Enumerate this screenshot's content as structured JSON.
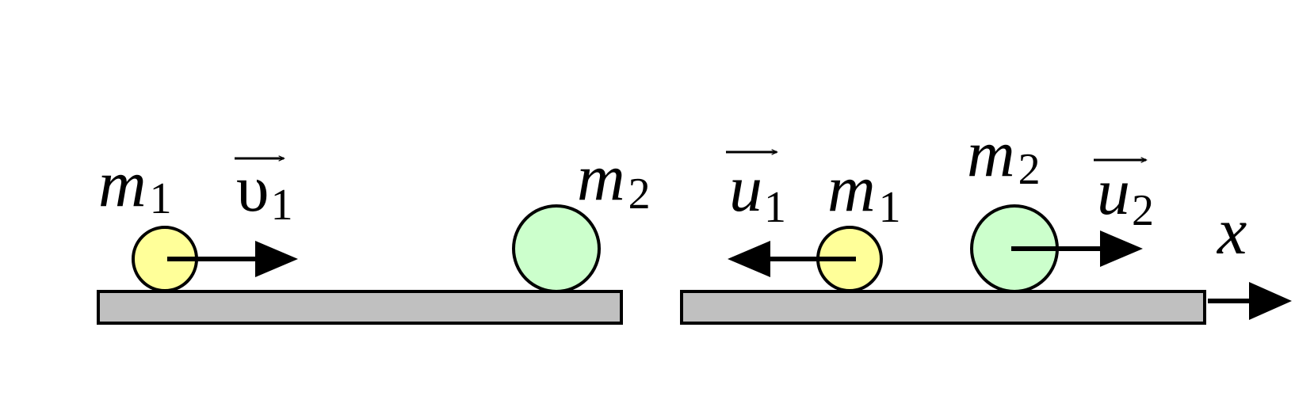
{
  "colors": {
    "table_fill": "#c0c0c0",
    "small_ball_fill": "#ffff99",
    "big_ball_fill": "#ccffcc",
    "outline": "#000000"
  },
  "before": {
    "ball1": {
      "symbol": "m",
      "subscript": "1"
    },
    "velocity1": {
      "symbol": "υ",
      "subscript": "1"
    },
    "ball2": {
      "symbol": "m",
      "subscript": "2"
    }
  },
  "after": {
    "velocity1": {
      "symbol": "u",
      "subscript": "1"
    },
    "ball1": {
      "symbol": "m",
      "subscript": "1"
    },
    "ball2": {
      "symbol": "m",
      "subscript": "2"
    },
    "velocity2": {
      "symbol": "u",
      "subscript": "2"
    }
  },
  "axis": {
    "label": "x"
  }
}
